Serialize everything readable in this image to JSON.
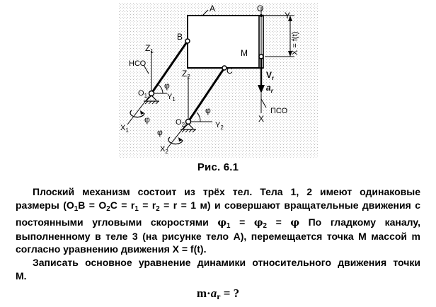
{
  "figure": {
    "labels": {
      "A": "A",
      "O": "O",
      "Y": "Y",
      "B": "B",
      "X_eq": "X = f(t)",
      "Z1": "Z",
      "Z1_sub": "1",
      "nso": "НСО",
      "M": "M",
      "Z2": "Z",
      "Z2_sub": "2",
      "C": "C",
      "Vr": "V",
      "Vr_sub": "r",
      "ar": "a",
      "ar_sub": "r",
      "O1": "O",
      "O1_sub": "1",
      "phi1": "φ",
      "Y1": "Y",
      "Y1_sub": "1",
      "phi_left": "φ",
      "X1": "X",
      "X1_sub": "1",
      "pso": "ПСО",
      "phi2": "φ",
      "O2": "O",
      "O2_sub": "2",
      "Y2": "Y",
      "Y2_sub": "2",
      "phi_low": "φ",
      "X2": "X",
      "X2_sub": "2",
      "X_axis": "X"
    }
  },
  "caption": "Рис. 6.1",
  "problem": {
    "line1": "Плоский механизм состоит из трёх тел. Тела 1, 2 имеют одинаковые",
    "line2_a": "размеры (O",
    "line2_b": "B = O",
    "line2_c": "C = r",
    "line2_d": " = r",
    "line2_e": " = r = 1 м) и совершают вращательные движения с",
    "sub1": "1",
    "sub2": "2",
    "line3_a": "постоянными угловыми скоростями ",
    "omega_sym": "φ",
    "line3_eq": " = ",
    "line3_b": " По гладкому каналу,",
    "line4": "выполненному в теле 3 (на рисунке тело A), перемещается точка M массой m",
    "line5": "согласно уравнению движения X = f(t).",
    "task_line1": "Записать основное уравнение динамики относительного движения точки",
    "task_line2": "M.",
    "formula_left": "m·",
    "formula_a": "a",
    "formula_sub": "r",
    "formula_right": " = ?"
  }
}
